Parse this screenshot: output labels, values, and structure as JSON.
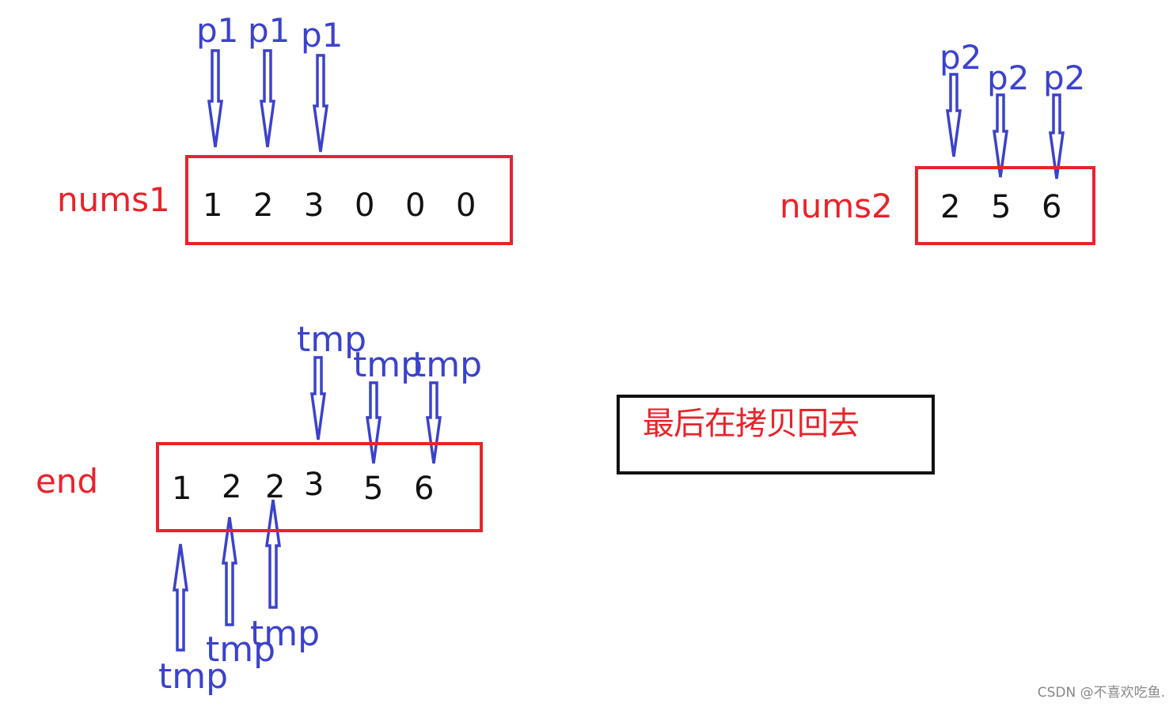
{
  "colors": {
    "label_red": "#e8232b",
    "pointer_blue": "#3b42cc",
    "box_red": "#e8232b",
    "box_black": "#111111"
  },
  "nums1": {
    "label": "nums1",
    "cells": [
      "1",
      "2",
      "3",
      "0",
      "0",
      "0"
    ],
    "pointers": [
      "p1",
      "p1",
      "p1"
    ]
  },
  "nums2": {
    "label": "nums2",
    "cells": [
      "2",
      "5",
      "6"
    ],
    "pointers": [
      "p2",
      "p2",
      "p2"
    ]
  },
  "end": {
    "label": "end",
    "cells": [
      "1",
      "2",
      "2",
      "3",
      "5",
      "6"
    ],
    "top_pointers": [
      "tmp",
      "tmp",
      "tmp"
    ],
    "bottom_pointers": [
      "tmp",
      "tmp",
      "tmp"
    ]
  },
  "note": {
    "text": "最后在拷贝回去"
  },
  "watermark": "CSDN @不喜欢吃鱼."
}
